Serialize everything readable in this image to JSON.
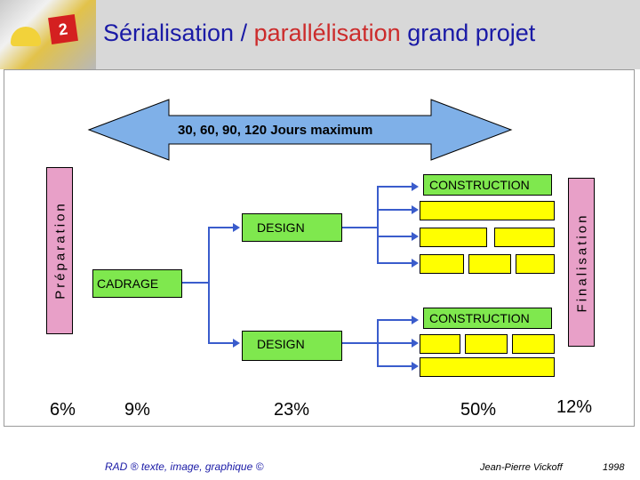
{
  "header": {
    "title_part1": "Sérialisation / ",
    "title_part2": "parallélisation",
    "title_part3": " grand projet",
    "photo_sign_text": "2"
  },
  "diagram": {
    "arrow_label": "30, 60, 90, 120 Jours maximum",
    "preparation_label": "Préparation",
    "finalisation_label": "Finalisation",
    "cadrage_label": "CADRAGE",
    "design_top_label": "DESIGN",
    "design_bottom_label": "DESIGN",
    "construction_top_label": "CONSTRUCTION",
    "construction_bottom_label": "CONSTRUCTION"
  },
  "percentages": [
    "6%",
    "9%",
    "23%",
    "50%",
    "12%"
  ],
  "footer": {
    "left": "RAD ® texte, image, graphique ©",
    "author": "Jean-Pierre Vickoff",
    "year": "1998"
  },
  "colors": {
    "title_blue": "#1a1aa6",
    "title_red": "#cc2b2b",
    "arrow_fill": "#7fb0e8",
    "phase_green": "#7fe84e",
    "construction_yellow": "#ffff00",
    "side_pink": "#e8a0c8",
    "connector_blue": "#3a5ccc"
  }
}
